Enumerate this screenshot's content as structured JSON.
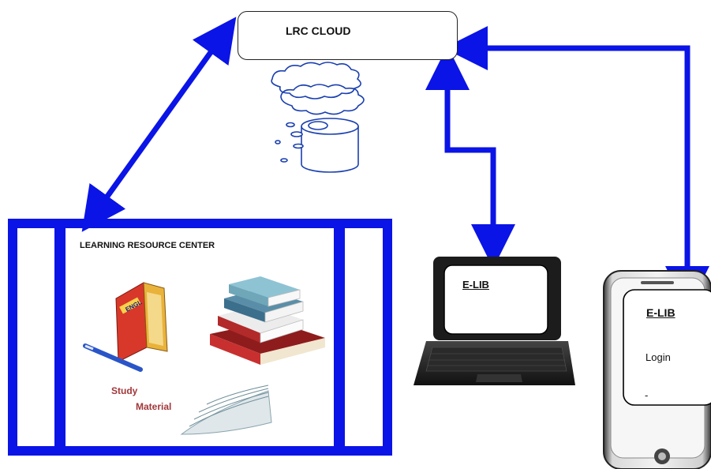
{
  "cloud": {
    "title": "LRC CLOUD"
  },
  "learning_center": {
    "title": "LEARNING RESOURCE CENTER",
    "study_material_line1": "Study",
    "study_material_line2": "Material",
    "book_cover_text": "ENGL"
  },
  "laptop": {
    "app_title": "E-LIB"
  },
  "phone": {
    "app_title": "E-LIB",
    "login_label": "Login",
    "dash": "-"
  },
  "colors": {
    "arrow": "#0a14e6",
    "frame": "#0a14e6",
    "line": "#1a3fb0"
  }
}
